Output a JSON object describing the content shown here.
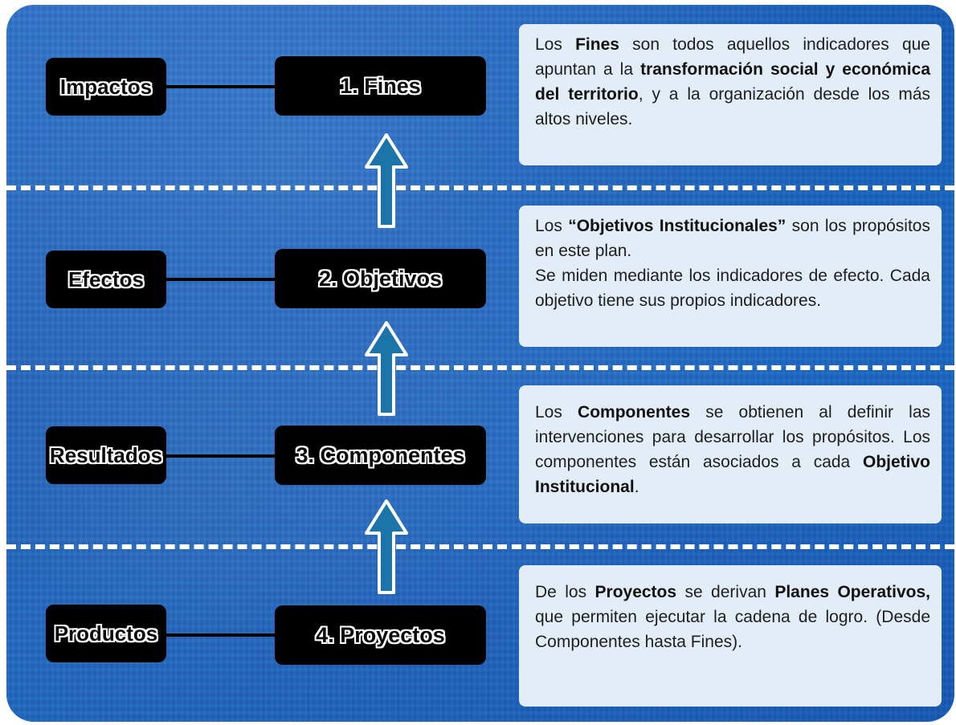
{
  "levels": [
    {
      "left_label": "Impactos",
      "mid_label": "1. Fines",
      "description": [
        {
          "t": "Los ",
          "b": false
        },
        {
          "t": "Fines",
          "b": true
        },
        {
          "t": " son todos aquellos indicadores que apuntan a la ",
          "b": false
        },
        {
          "t": "transformación social y económica del territorio",
          "b": true
        },
        {
          "t": ", y a la organización desde los más altos niveles.",
          "b": false
        }
      ]
    },
    {
      "left_label": "Efectos",
      "mid_label": "2. Objetivos",
      "description": [
        {
          "t": "Los ",
          "b": false
        },
        {
          "t": "“Objetivos Institucionales”",
          "b": true
        },
        {
          "t": " son los propósitos en este plan.",
          "b": false
        },
        {
          "t": "\nSe miden mediante los indicadores de efecto. Cada objetivo tiene sus propios indicadores.",
          "b": false
        }
      ]
    },
    {
      "left_label": "Resultados",
      "mid_label": "3. Componentes",
      "description": [
        {
          "t": "Los ",
          "b": false
        },
        {
          "t": "Componentes",
          "b": true
        },
        {
          "t": " se obtienen al definir las intervenciones para desarrollar los propósitos. Los componentes están asociados a cada ",
          "b": false
        },
        {
          "t": "Objetivo Institucional",
          "b": true
        },
        {
          "t": ".",
          "b": false
        }
      ]
    },
    {
      "left_label": "Productos",
      "mid_label": "4. Proyectos",
      "description": [
        {
          "t": "De los ",
          "b": false
        },
        {
          "t": "Proyectos",
          "b": true
        },
        {
          "t": " se derivan ",
          "b": false
        },
        {
          "t": "Planes Operativos,",
          "b": true
        },
        {
          "t": " que permiten ejecutar la cadena de logro. (Desde Componentes hasta Fines).",
          "b": false
        }
      ]
    }
  ],
  "colors": {
    "background_blue": "#1f66be",
    "box": "#000000",
    "arrow": "#1b75a8",
    "description_bg": "#e3edf8",
    "dash": "#ffffff"
  }
}
